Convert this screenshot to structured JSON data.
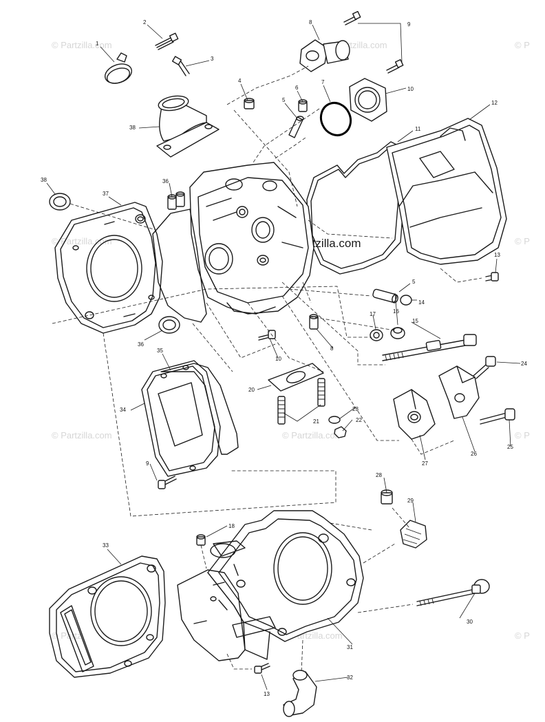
{
  "watermark": {
    "brand": "© Partzilla.com",
    "brand_short": "© P",
    "brand_cut": "© Partz",
    "brand_center": "© Partzilla.com"
  },
  "callouts": {
    "c1": "1",
    "c2": "2",
    "c3": "3",
    "c4": "4",
    "c5a": "5",
    "c5b": "5",
    "c6": "6",
    "c7": "7",
    "c8a": "8",
    "c8b": "8",
    "c9a": "9",
    "c9b": "9",
    "c10a": "10",
    "c10b": "10",
    "c11": "11",
    "c12": "12",
    "c13a": "13",
    "c13b": "13",
    "c14": "14",
    "c15": "15",
    "c16": "16",
    "c17": "17",
    "c18": "18",
    "c20": "20",
    "c21": "21",
    "c22": "22",
    "c23": "23",
    "c24": "24",
    "c25": "25",
    "c26": "26",
    "c27": "27",
    "c28": "28",
    "c29": "29",
    "c30": "30",
    "c31": "31",
    "c32": "32",
    "c33": "33",
    "c34": "34",
    "c35": "35",
    "c36a": "36",
    "c36b": "36",
    "c37": "37",
    "c38a": "38",
    "c38b": "38"
  }
}
